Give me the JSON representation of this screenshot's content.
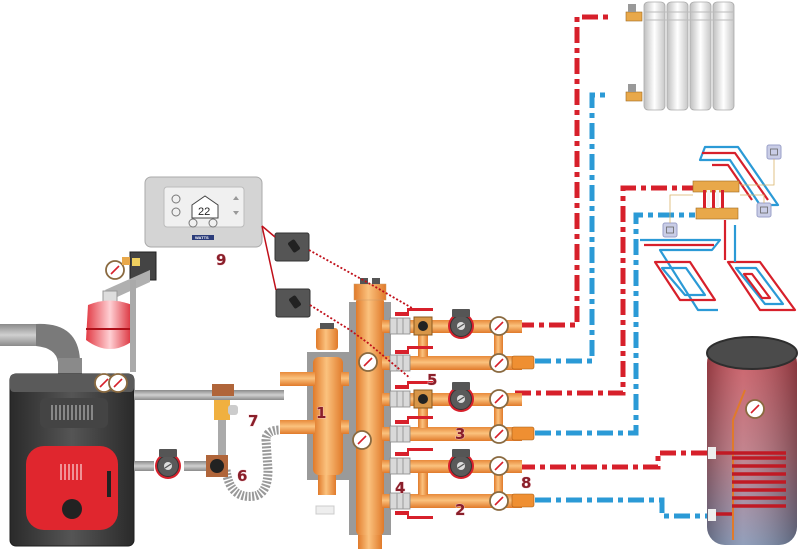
{
  "diagram": {
    "title": "Heating system schematic: boiler, hydraulic separator, distribution manifold, radiator, underfloor heating, hot water cylinder",
    "labels": {
      "n1": "1",
      "n2": "2",
      "n3": "3",
      "n4": "4",
      "n5": "5",
      "n6": "6",
      "n7": "7",
      "n8": "8",
      "n9": "9"
    },
    "thermostat": {
      "temperature": "22",
      "brand": "WATTS"
    },
    "components": [
      {
        "id": "boiler",
        "name": "Solid fuel / gas boiler"
      },
      {
        "id": "expansion-vessel",
        "name": "Expansion vessel"
      },
      {
        "id": "hydraulic-separator",
        "label": "1"
      },
      {
        "id": "distribution-manifold",
        "label": "2"
      },
      {
        "id": "circuit-pipe",
        "label": "3"
      },
      {
        "id": "ball-valve",
        "label": "4"
      },
      {
        "id": "mixing-valve",
        "label": "5"
      },
      {
        "id": "boiler-mixing-valve",
        "label": "6"
      },
      {
        "id": "thermostatic-valve",
        "label": "7"
      },
      {
        "id": "thermometer",
        "label": "8"
      },
      {
        "id": "room-thermostat",
        "label": "9"
      },
      {
        "id": "radiator"
      },
      {
        "id": "underfloor-heating"
      },
      {
        "id": "hot-water-cylinder"
      }
    ],
    "colors": {
      "supply": "#d7202b",
      "return": "#2b9ad6",
      "brass": "#f0a350",
      "boiler_red": "#e0262e",
      "boiler_body": "#3b3b3b"
    }
  }
}
